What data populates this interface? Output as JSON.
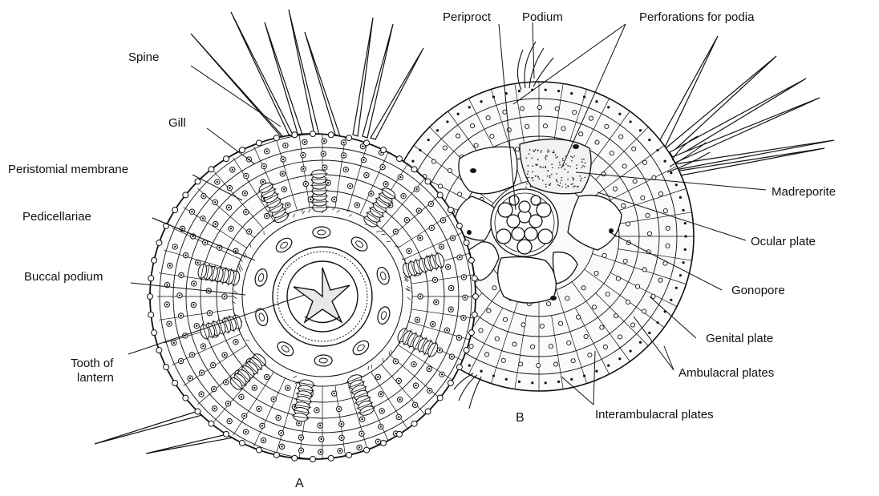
{
  "figure": {
    "panel_a": "A",
    "panel_b": "B"
  },
  "labels": {
    "spine": "Spine",
    "gill": "Gill",
    "peristomial_membrane": "Peristomial membrane",
    "pedicellariae": "Pedicellariae",
    "buccal_podium": "Buccal podium",
    "tooth_line1": "Tooth of",
    "tooth_line2": "lantern",
    "periproct": "Periproct",
    "podium": "Podium",
    "perforations": "Perforations for podia",
    "madreporite": "Madreporite",
    "ocular_plate": "Ocular plate",
    "gonopore": "Gonopore",
    "genital_plate": "Genital plate",
    "ambulacral_plates": "Ambulacral plates",
    "interambulacral_plates": "Interambulacral plates"
  },
  "colors": {
    "ink": "#111111",
    "background": "#ffffff",
    "plate_fill": "#f7f7f7"
  }
}
